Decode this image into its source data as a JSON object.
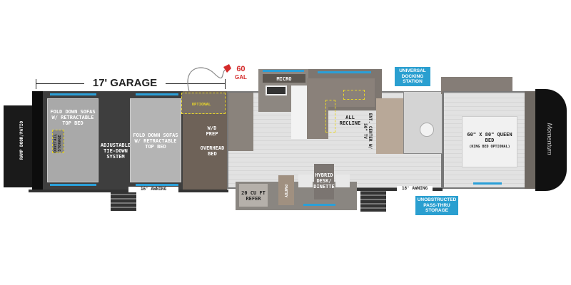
{
  "garage": {
    "dimension": "17' GARAGE",
    "ramp": "RAMP DOOR/PATIO",
    "sofa_rear": "FOLD DOWN SOFAS w/ RETRACTABLE TOP BED",
    "storage": "DOVETAIL STORAGE",
    "tiedown": "ADJUSTABLE TIE-DOWN SYSTEM",
    "sofa_front": "FOLD DOWN SOFAS w/ RETRACTABLE TOP BED",
    "optional": "OPTIONAL",
    "wd": "W/D PREP",
    "overhead": "OVERHEAD BED",
    "awning": "16' AWNING"
  },
  "fuel": {
    "capacity": "60",
    "unit": "GAL"
  },
  "living": {
    "micro": "MICRO",
    "recline": "ALL RECLINE",
    "ent": "ENT. CENTER w/ 50\" TV",
    "dinette": "HYBRID DESK/ DINETTE",
    "refer": "20 CU FT REFER",
    "pantry": "PANTRY",
    "awning": "18' AWNING"
  },
  "callouts": {
    "docking": "UNIVERSAL DOCKING STATION",
    "storage": "UNOBSTRUCTED PASS-THRU STORAGE"
  },
  "bedroom": {
    "bed": "60\" x 80\" QUEEN BED",
    "option": "(KING BED OPTIONAL)"
  },
  "brand": "Momentum",
  "colors": {
    "accent_blue": "#2a9fd0",
    "fuel_red": "#d42a2a",
    "optional_yellow": "#e8d62a"
  }
}
